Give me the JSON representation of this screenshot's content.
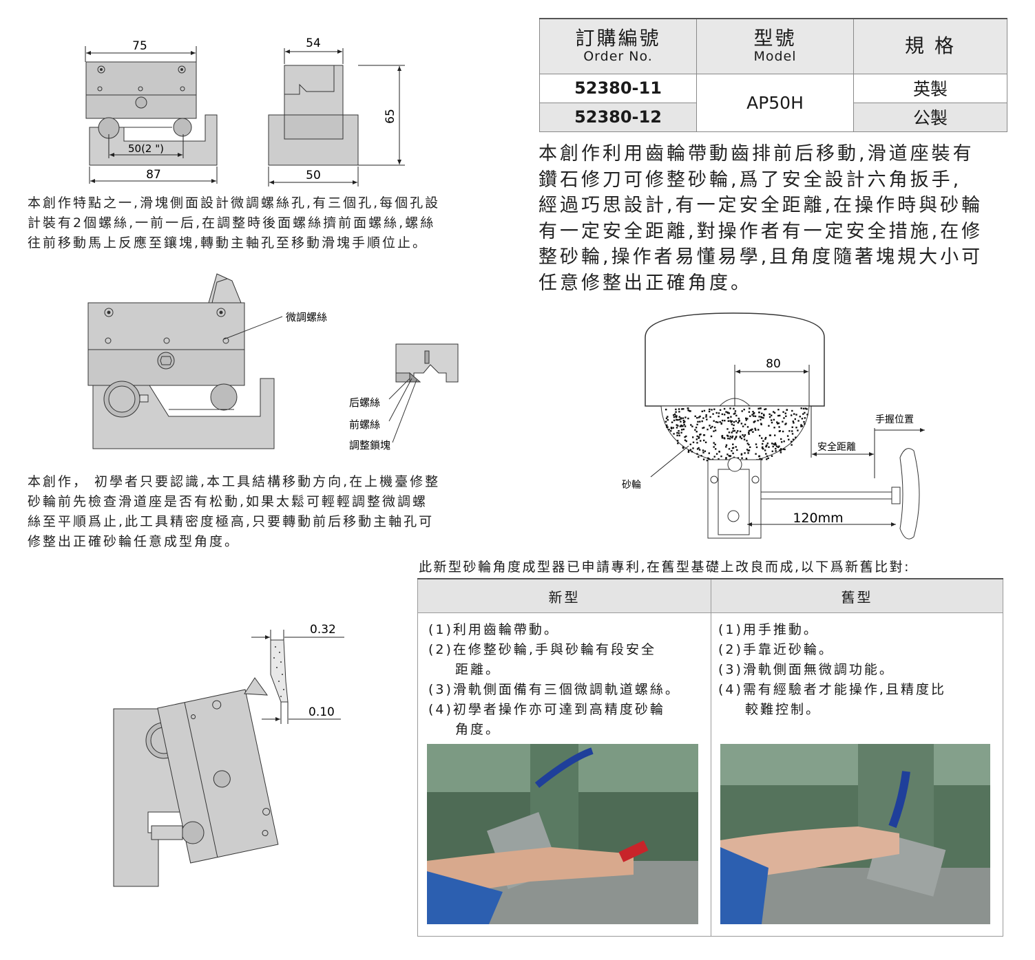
{
  "drawing_top": {
    "dim_75": "75",
    "dim_54": "54",
    "dim_65": "65",
    "dim_50_2in": "50(2 \")",
    "dim_87": "87",
    "dim_50": "50"
  },
  "para1": [
    "本創作特點之一,滑塊側面設計微調螺絲孔,有三個孔,每個孔設",
    "計裝有2個螺絲,一前一后,在調整時後面螺絲擠前面螺絲,螺絲",
    "往前移動馬上反應至鑲塊,轉動主軸孔至移動滑塊手順位止。"
  ],
  "drawing_mid": {
    "fine_screw": "微調螺絲",
    "rear_screw": "后螺絲",
    "front_screw": "前螺絲",
    "lock_block": "調整鎖塊"
  },
  "para2": [
    "本創作， 初學者只要認識,本工具結構移動方向,在上機臺修整",
    "砂輪前先檢查滑道座是否有松動,如果太鬆可輕輕調整微調螺",
    "絲至平順爲止,此工具精密度極高,只要轉動前后移動主軸孔可",
    "修整出正確砂輪任意成型角度。"
  ],
  "drawing_bottom": {
    "dim_032": "0.32",
    "dim_010": "0.10"
  },
  "order_table": {
    "headers": [
      {
        "zh": "訂購編號",
        "en": "Order No."
      },
      {
        "zh": "型號",
        "en": "Model"
      },
      {
        "zh": "規 格",
        "en": ""
      }
    ],
    "rows": [
      {
        "no": "52380-11",
        "spec": "英製"
      },
      {
        "no": "52380-12",
        "spec": "公製"
      }
    ],
    "model": "AP50H"
  },
  "para3": [
    "本創作利用齒輪帶動齒排前后移動,滑道座裝有",
    "鑽石修刀可修整砂輪,爲了安全設計六角扳手,",
    "經過巧思設計,有一定安全距離,在操作時與砂輪",
    "有一定安全距離,對操作者有一定安全措施,在修",
    "整砂輪,操作者易懂易學,且角度隨著塊規大小可",
    "任意修整出正確角度。"
  ],
  "drawing_right": {
    "dim_80": "80",
    "grip_position": "手握位置",
    "safe_distance": "安全距離",
    "grinding_wheel": "砂輪",
    "dim_120mm": "120mm"
  },
  "patent_note": "此新型砂輪角度成型器已申請專利,在舊型基礎上改良而成,以下爲新舊比對:",
  "comparison": {
    "new_header": "新型",
    "old_header": "舊型",
    "new_items": [
      "(1)利用齒輪帶動。",
      "(2)在修整砂輪,手與砂輪有段安全",
      "距離。",
      "(3)滑軌側面備有三個微調軌道螺絲。",
      "(4)初學者操作亦可達到高精度砂輪",
      "角度。"
    ],
    "old_items": [
      "(1)用手推動。",
      "(2)手靠近砂輪。",
      "(3)滑軌側面無微調功能。",
      "(4)需有經驗者才能操作,且精度比",
      "較難控制。"
    ]
  }
}
